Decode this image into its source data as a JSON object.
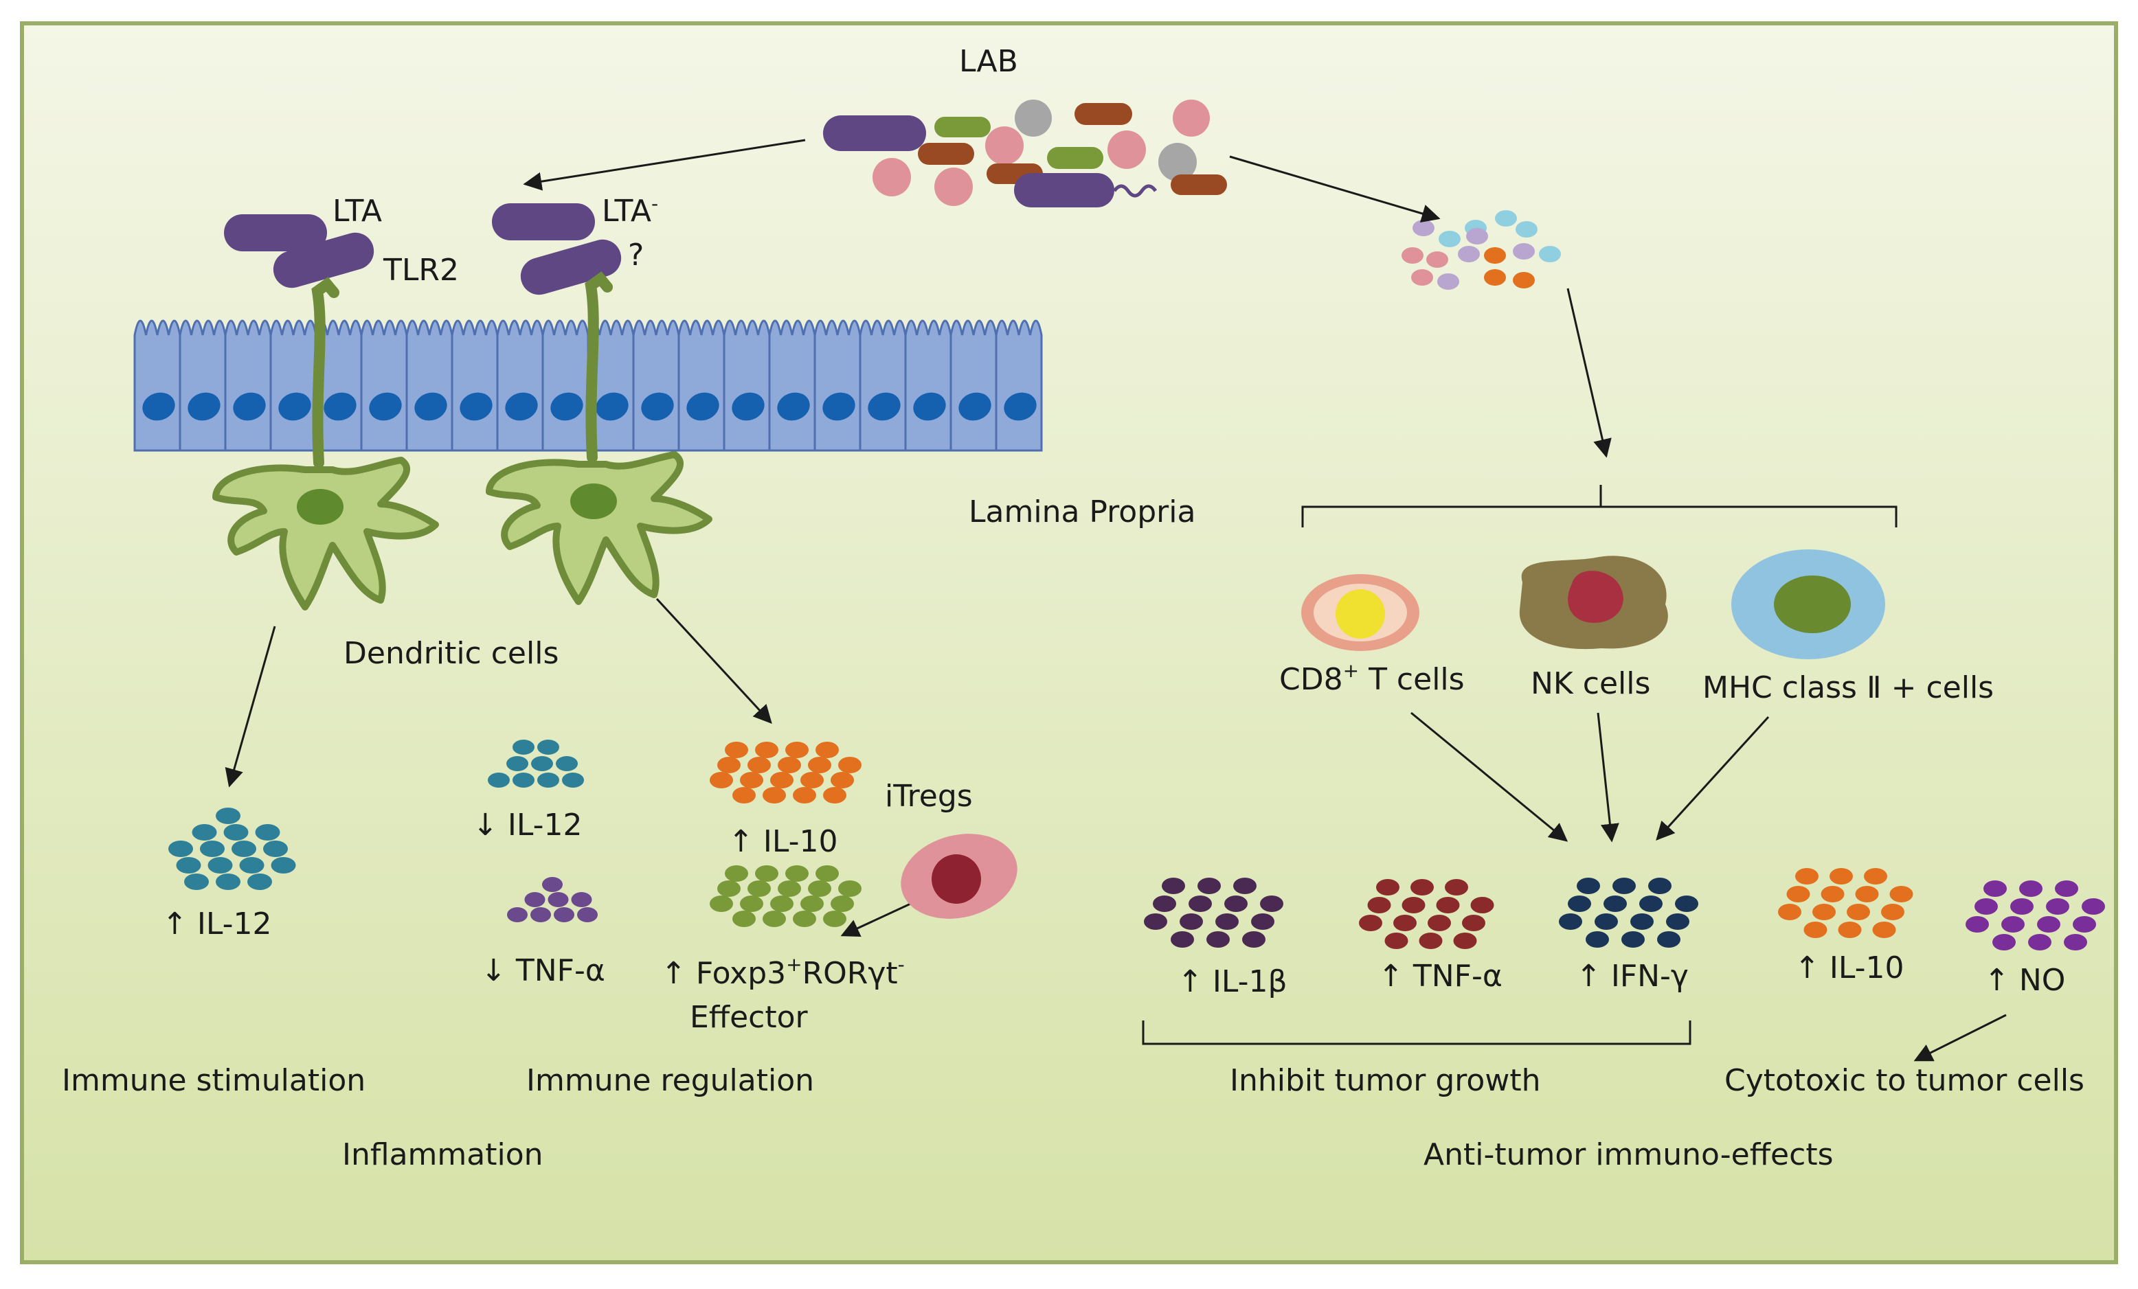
{
  "labels": {
    "lab": "LAB",
    "lta": "LTA",
    "tlr2": "TLR2",
    "lta_neg": "LTA",
    "lta_neg_sup": "-",
    "unknown_receptor": "?",
    "lamina_propria": "Lamina Propria",
    "dendritic_cells": "Dendritic cells",
    "il12_up": "↑ IL-12",
    "il12_down": "↓ IL-12",
    "tnf_down": "↓ TNF-α",
    "il10_up": "↑ IL-10",
    "itregs": "iTregs",
    "foxp3_prefix": "↑ Foxp3",
    "foxp3_sup": "+",
    "foxp3_ror": "RORγt",
    "foxp3_sup2": "-",
    "effector": "Effector",
    "immune_stimulation": "Immune stimulation",
    "immune_regulation": "Immune regulation",
    "inflammation": "Inflammation",
    "cd8_prefix": "CD8",
    "cd8_sup": "+",
    "cd8_suffix": " T cells",
    "nk_cells": "NK cells",
    "mhc_cells": "MHC class Ⅱ + cells",
    "il1b_up": "↑ IL-1β",
    "tnf_up": "↑ TNF-α",
    "ifng_up": "↑ IFN-γ",
    "il10_up_right": "↑ IL-10",
    "no_up": "↑ NO",
    "inhibit_tumor": "Inhibit tumor growth",
    "cytotoxic": "Cytotoxic to tumor cells",
    "anti_tumor": "Anti-tumor immuno-effects"
  },
  "colors": {
    "background_top": "#f4f6e6",
    "background_bottom": "#d6e2a8",
    "frame": "#9aae6a",
    "epithelium": "#8faad8",
    "epithelium_outline": "#4f6fb0",
    "nucleus": "#1660b0",
    "dendritic_fill": "#b9cf82",
    "dendritic_outline": "#6e8c3a",
    "dendritic_nucleus": "#5f8a2e",
    "lab_purple": "#5e4782",
    "lab_green": "#7a9a3a",
    "lab_pink": "#e0929a",
    "lab_grey": "#a6a6a6",
    "lab_brown": "#9a4a22",
    "teal": "#2e7f98",
    "orange": "#e2701e",
    "purple_dot": "#6a4a8c",
    "green_dot": "#7a9a3a",
    "dark_purple": "#4a2a52",
    "dark_red": "#8a2a2a",
    "navy": "#1a3558",
    "violet": "#7a2e9a",
    "itreg_outer": "#e0929a",
    "itreg_inner": "#8e2230",
    "cd8_outer": "#e8a08a",
    "cd8_inner": "#f0e030",
    "nk_outer": "#8a7a4a",
    "nk_inner": "#a83040",
    "mhc_outer": "#8fc3e0",
    "mhc_inner": "#6a8a30"
  }
}
